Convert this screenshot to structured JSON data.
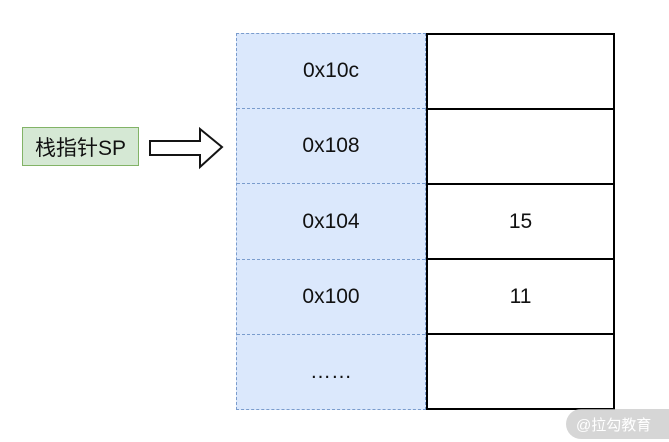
{
  "diagram": {
    "pointer_label": "栈指针SP",
    "arrow_icon": "right-block-arrow",
    "memory": {
      "rows": [
        {
          "address": "0x10c",
          "value": ""
        },
        {
          "address": "0x108",
          "value": ""
        },
        {
          "address": "0x104",
          "value": "15"
        },
        {
          "address": "0x100",
          "value": "11"
        },
        {
          "address": "……",
          "value": ""
        }
      ]
    },
    "colors": {
      "label_bg": "#d5e8d4",
      "label_border": "#82b366",
      "address_bg": "#dbe8fc",
      "address_border": "#7a9ccd",
      "value_border": "#000000",
      "watermark_bg": "#c9c9c9",
      "watermark_text": "#ffffff"
    },
    "watermark": "@拉勾教育"
  }
}
